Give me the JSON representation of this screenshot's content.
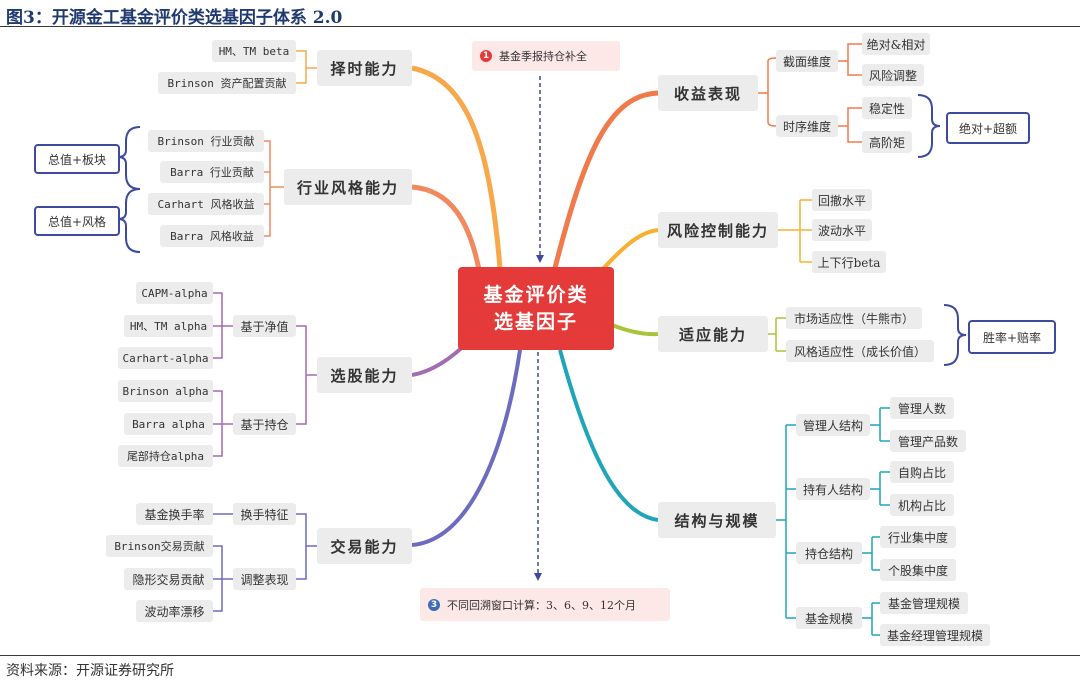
{
  "title": "图3：开源金工基金评价类选基因子体系 2.0",
  "source": "资料来源：开源证券研究所",
  "center": {
    "line1": "基金评价类",
    "line2": "选基因子"
  },
  "notes": {
    "n1_num": "1",
    "n1_text": "基金季报持仓补全",
    "n3_num": "3",
    "n3_text": "不同回溯窗口计算：3、6、9、12个月"
  },
  "left": {
    "timing": {
      "label": "择时能力",
      "items": [
        "HM、TM beta",
        "Brinson 资产配置贡献"
      ]
    },
    "industry_style": {
      "label": "行业风格能力",
      "items": [
        "Brinson 行业贡献",
        "Barra 行业贡献",
        "Carhart 风格收益",
        "Barra 风格收益"
      ],
      "groups": [
        "总值+板块",
        "总值+风格"
      ]
    },
    "selection": {
      "label": "选股能力",
      "sub1": "基于净值",
      "sub1_items": [
        "CAPM-alpha",
        "HM、TM alpha",
        "Carhart-alpha"
      ],
      "sub2": "基于持仓",
      "sub2_items": [
        "Brinson alpha",
        "Barra alpha",
        "尾部持仓alpha"
      ]
    },
    "trading": {
      "label": "交易能力",
      "sub1": "换手特征",
      "sub1_items": [
        "基金换手率"
      ],
      "sub2": "调整表现",
      "sub2_items": [
        "Brinson交易贡献",
        "隐形交易贡献",
        "波动率漂移"
      ]
    }
  },
  "right": {
    "returns": {
      "label": "收益表现",
      "sub1": "截面维度",
      "sub1_items": [
        "绝对&相对",
        "风险调整"
      ],
      "sub2": "时序维度",
      "sub2_items": [
        "稳定性",
        "高阶矩"
      ],
      "group": "绝对+超额"
    },
    "risk": {
      "label": "风险控制能力",
      "items": [
        "回撤水平",
        "波动水平",
        "上下行beta"
      ]
    },
    "adapt": {
      "label": "适应能力",
      "items": [
        "市场适应性（牛熊市）",
        "风格适应性（成长价值）"
      ],
      "group": "胜率+赔率"
    },
    "structure": {
      "label": "结构与规模",
      "subs": [
        {
          "label": "管理人结构",
          "items": [
            "管理人数",
            "管理产品数"
          ]
        },
        {
          "label": "持有人结构",
          "items": [
            "自购占比",
            "机构占比"
          ]
        },
        {
          "label": "持仓结构",
          "items": [
            "行业集中度",
            "个股集中度"
          ]
        },
        {
          "label": "基金规模",
          "items": [
            "基金管理规模",
            "基金经理管理规模"
          ]
        }
      ]
    }
  },
  "colors": {
    "center": "#e53a3a",
    "timing": "#f7a84a",
    "industry": "#f08a5e",
    "selection": "#a36bb0",
    "trading": "#6b6bbf",
    "returns": "#f07a4a",
    "risk": "#f7b030",
    "adapt": "#a8c43a",
    "structure": "#1ea6b8",
    "groupBorder": "#3d4a9e"
  }
}
